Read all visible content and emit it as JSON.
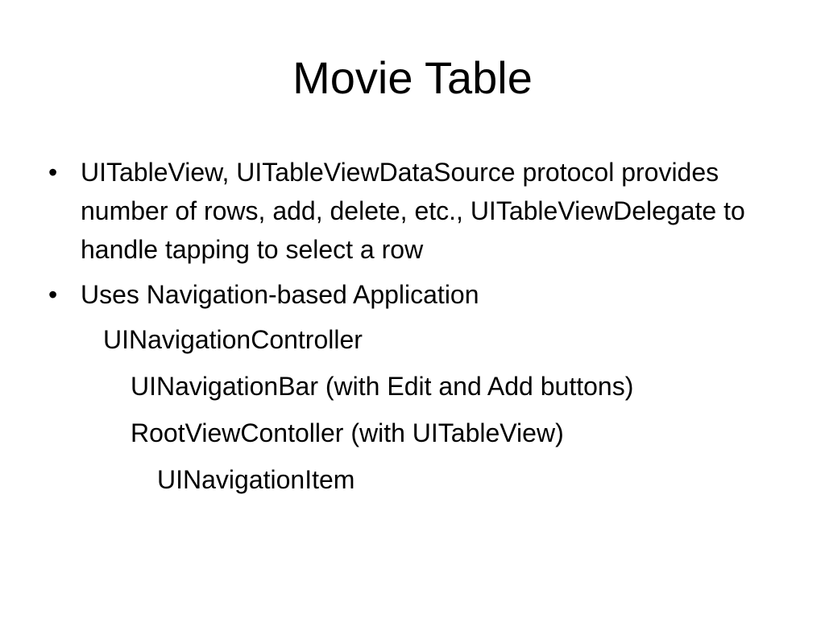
{
  "slide": {
    "title": "Movie Table",
    "bullet_glyph": "•",
    "bullets": [
      {
        "text": "UITableView, UITableViewDataSource protocol provides number of rows, add, delete, etc., UITableViewDelegate to handle tapping to select a row"
      },
      {
        "text": "Uses Navigation-based Application"
      }
    ],
    "sub_items": [
      {
        "text": "UINavigationController",
        "level": 1
      },
      {
        "text": "UINavigationBar (with Edit and Add buttons)",
        "level": 2
      },
      {
        "text": "RootViewContoller (with UITableView)",
        "level": 2
      },
      {
        "text": "UINavigationItem",
        "level": 3
      }
    ]
  }
}
